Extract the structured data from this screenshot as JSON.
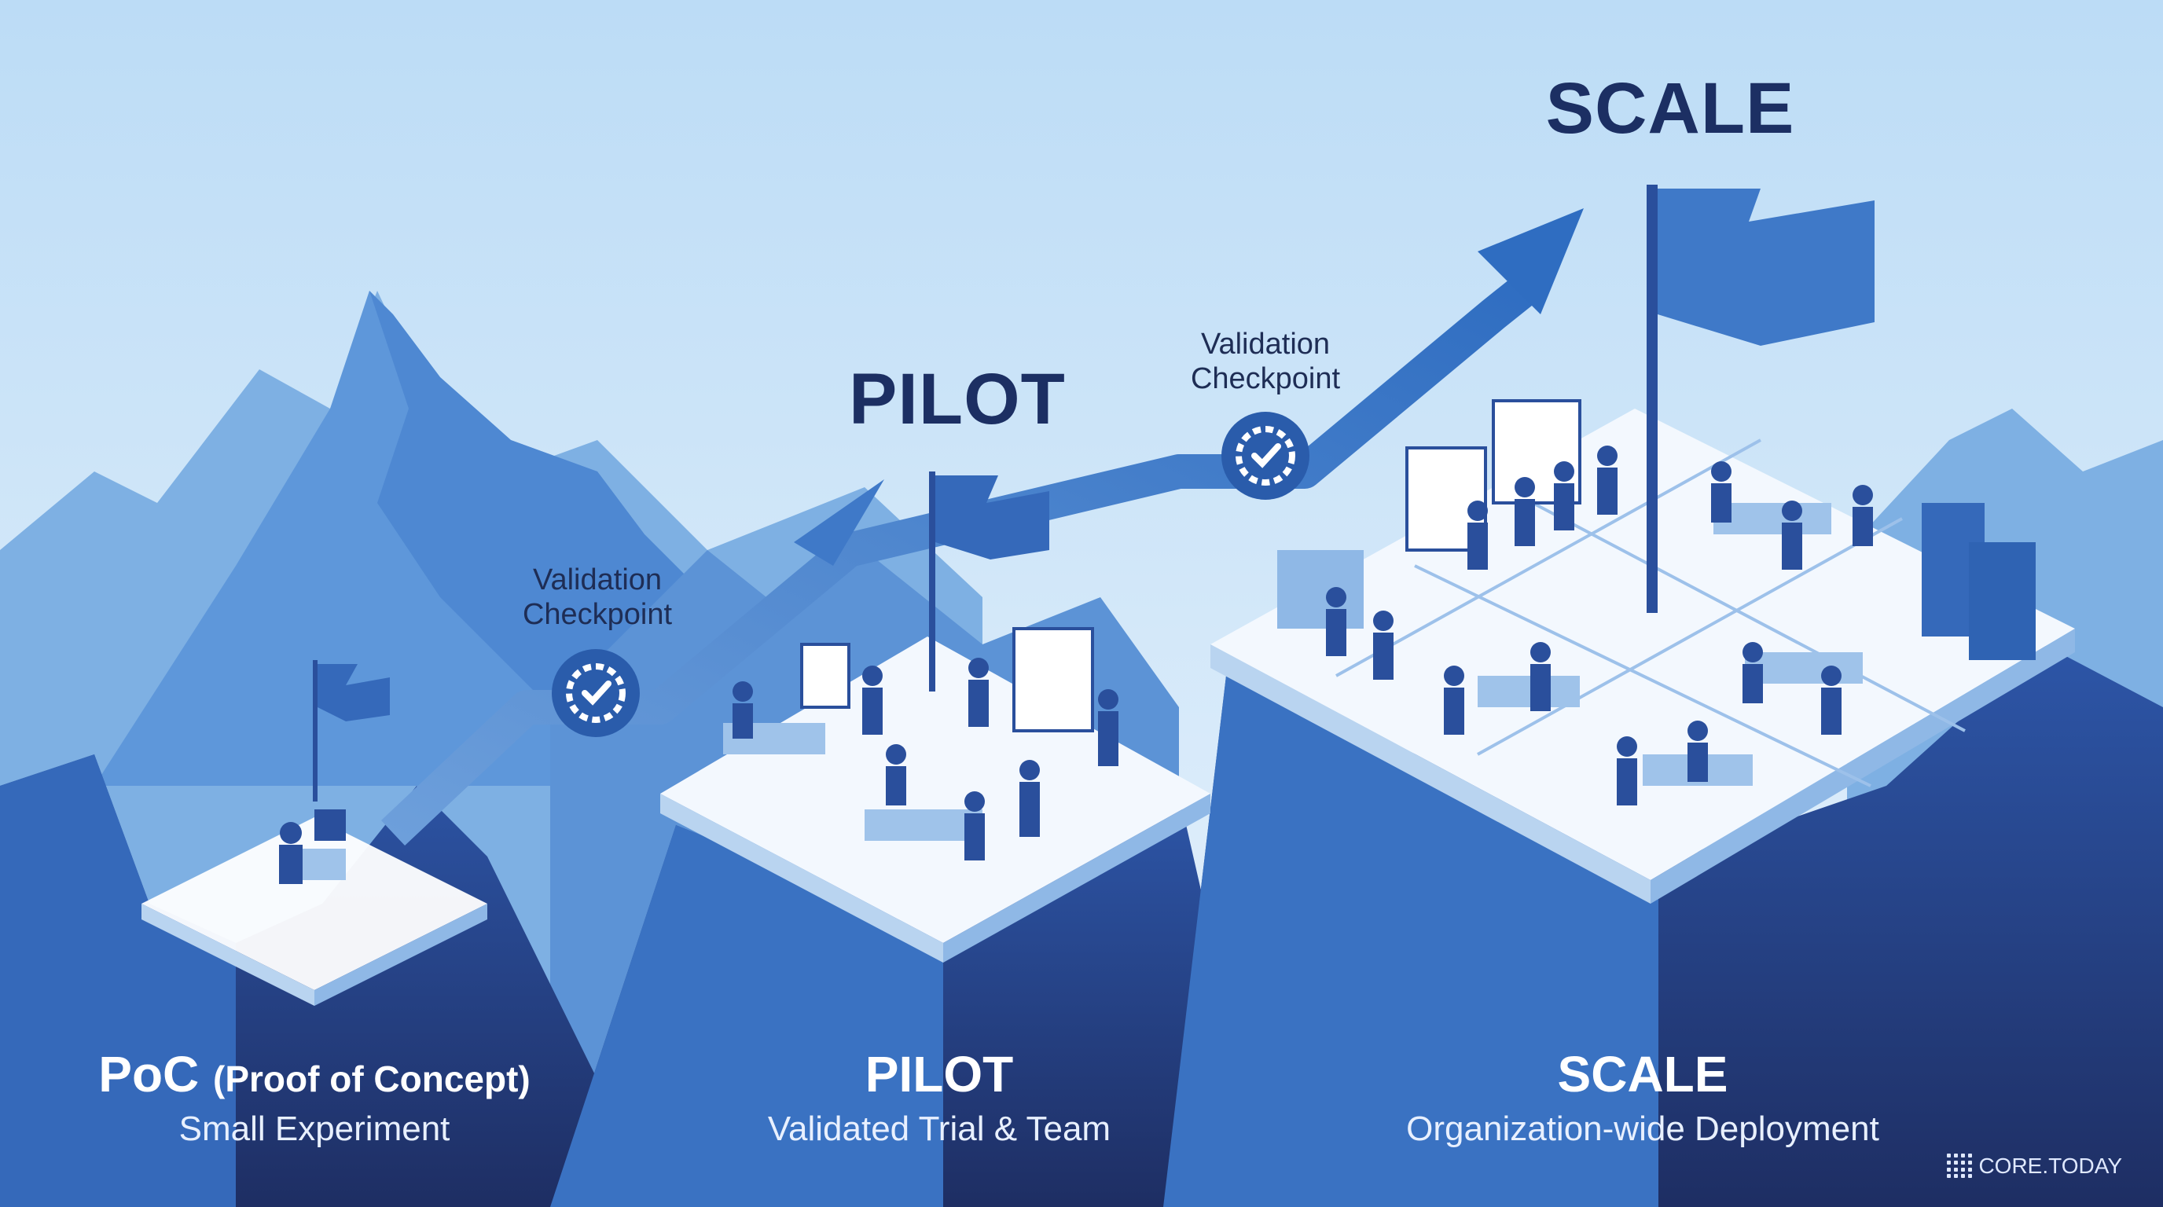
{
  "colors": {
    "sky_top": "#bfdcf5",
    "sky_bottom": "#e5f1fb",
    "mountain_far": "#6fa4dc",
    "mountain_mid": "#3f78c4",
    "mountain_dark": "#233a7a",
    "platform": "#e8f2fc",
    "arrow": "#3f79c8",
    "title": "#1c2f63"
  },
  "stages": [
    {
      "label": "PoC",
      "label_extra": "(Proof of Concept)",
      "subtitle": "Small Experiment"
    },
    {
      "label": "PILOT",
      "subtitle": "Validated Trial & Team"
    },
    {
      "label": "SCALE",
      "subtitle": "Organization-wide Deployment"
    }
  ],
  "top_titles": {
    "pilot": "PILOT",
    "scale": "SCALE"
  },
  "checkpoints": [
    {
      "line1": "Validation",
      "line2": "Checkpoint",
      "icon": "gear-check-icon"
    },
    {
      "line1": "Validation",
      "line2": "Checkpoint",
      "icon": "gear-check-icon"
    }
  ],
  "brand": {
    "name": "CORE.TODAY",
    "icon": "dot-grid-logo-icon"
  }
}
